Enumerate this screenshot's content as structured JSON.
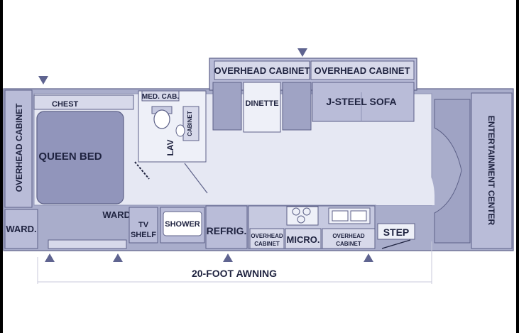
{
  "labels": {
    "overhead_cabinet_top_left": "OVERHEAD CABINET",
    "overhead_cabinet_top_right": "OVERHEAD CABINET",
    "overhead_cabinet_left": "OVERHEAD CABINET",
    "chest": "CHEST",
    "med_cab": "MED. CAB.",
    "cabinet": "CABINET",
    "dinette": "DINETTE",
    "j_steel_sofa": "J-STEEL SOFA",
    "queen_bed": "QUEEN BED",
    "lav": "LAV",
    "entertainment_center": "ENTERTAINMENT CENTER",
    "ward_left": "WARD.",
    "ward_mid": "WARD.",
    "tv_shelf_line1": "TV",
    "tv_shelf_line2": "SHELF",
    "shower": "SHOWER",
    "refrig": "REFRIG.",
    "overhead_cabinet_lower1_line1": "OVERHEAD",
    "overhead_cabinet_lower1_line2": "CABINET",
    "micro": "MICRO.",
    "overhead_cabinet_lower2_line1": "OVERHEAD",
    "overhead_cabinet_lower2_line2": "CABINET",
    "step": "STEP",
    "awning": "20-FOOT AWNING"
  },
  "colors": {
    "wall": "#a9adcb",
    "floor": "#e6e8f3",
    "furniture": "#b9bcd8",
    "bed": "#9195bb",
    "outline": "#5d6188",
    "text": "#1f2340",
    "marker": "#5f6490",
    "border": "#000000"
  }
}
